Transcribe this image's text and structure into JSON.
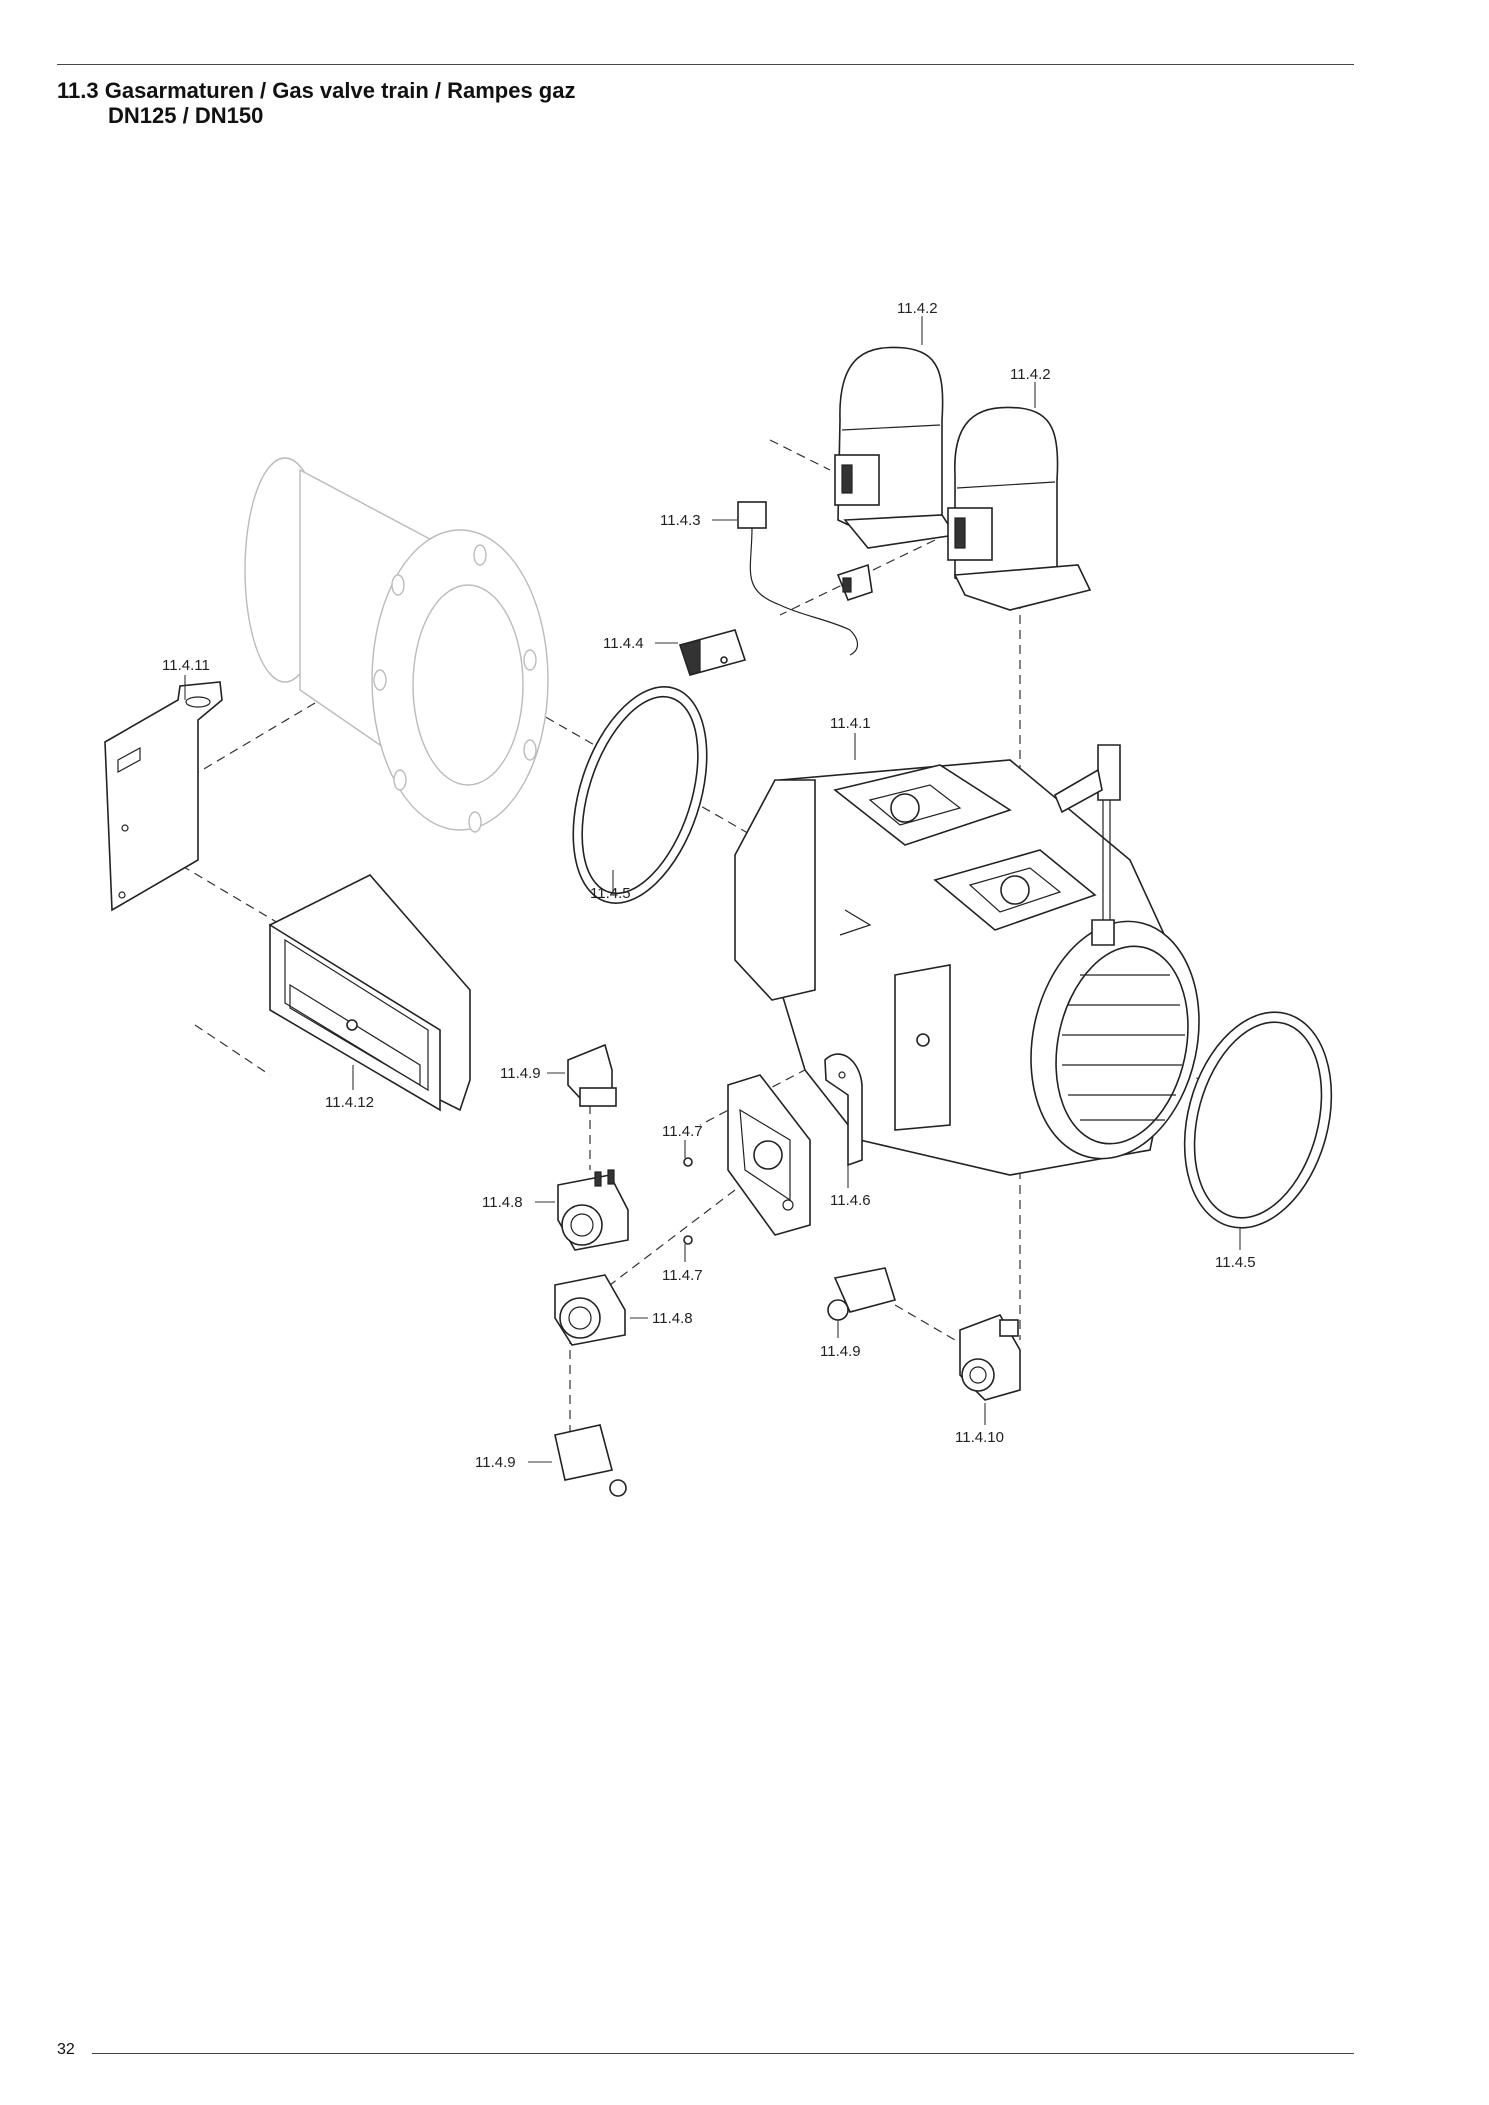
{
  "header": {
    "title_line1": "11.3 Gasarmaturen / Gas valve train / Rampes gaz",
    "title_line2": "DN125 / DN150"
  },
  "footer": {
    "page_number": "32"
  },
  "callouts": {
    "c_11_4_2_a": "11.4.2",
    "c_11_4_2_b": "11.4.2",
    "c_11_4_3": "11.4.3",
    "c_11_4_4": "11.4.4",
    "c_11_4_11": "11.4.11",
    "c_11_4_1": "11.4.1",
    "c_11_4_5_a": "11.4.5",
    "c_11_4_5_b": "11.4.5",
    "c_11_4_12": "11.4.12",
    "c_11_4_9_a": "11.4.9",
    "c_11_4_9_b": "11.4.9",
    "c_11_4_9_c": "11.4.9",
    "c_11_4_7_a": "11.4.7",
    "c_11_4_7_b": "11.4.7",
    "c_11_4_8_a": "11.4.8",
    "c_11_4_8_b": "11.4.8",
    "c_11_4_6": "11.4.6",
    "c_11_4_10": "11.4.10"
  }
}
